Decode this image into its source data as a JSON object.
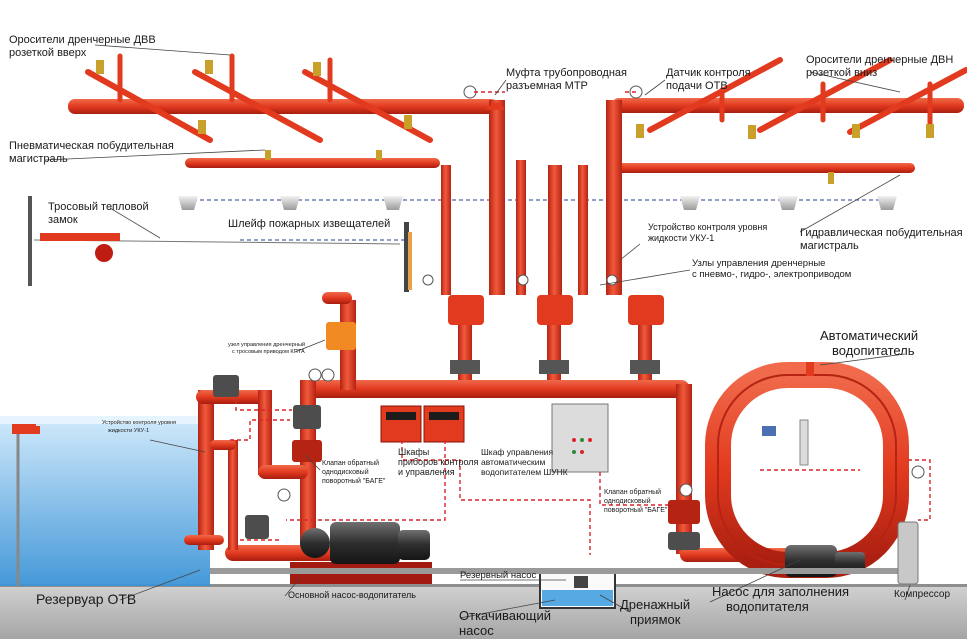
{
  "labels": {
    "dvv": [
      "Оросители дренчерные ДВВ",
      "розеткой вверх"
    ],
    "coupling": [
      "Муфта трубопроводная",
      "разъемная МТР"
    ],
    "flow_sensor": [
      "Датчик контроля",
      "подачи ОТВ"
    ],
    "dvn": [
      "Оросители дренчерные ДВН",
      "розеткой вниз"
    ],
    "pneumatic": [
      "Пневматическая побудительная",
      "магистраль"
    ],
    "cable_lock": [
      "Тросовый тепловой",
      "замок"
    ],
    "detector_loop": "Шлейф пожарных извещателей",
    "uku1": [
      "Устройство контроля уровня",
      "жидкости УКУ-1"
    ],
    "hydraulic": [
      "Гидравлическая побудительная",
      "магистраль"
    ],
    "drench_units": [
      "Узлы управления дренчерные",
      "с пневмо-, гидро-, электроприводом"
    ],
    "cable_drive_unit": [
      "узел управления дренчерный",
      "с тросовым приводом КПТА"
    ],
    "auto_tank": [
      "Автоматический",
      "водопитатель"
    ],
    "tank_level": [
      "Устройство контроля уровня",
      "жидкости УКУ-1"
    ],
    "check_valve_left": [
      "Клапан обратный",
      "однодисковый",
      "поворотный \"БАГЕ\""
    ],
    "cabinets": [
      "Шкафы",
      "приборов контроля",
      "и управления"
    ],
    "shunk": [
      "Шкаф управления",
      "автоматическим",
      "водопитателем ШУНК"
    ],
    "check_valve_right": [
      "Клапан обратный",
      "однодисковый",
      "поворотный \"БАГЕ\""
    ],
    "reserve_pump": "Резервный насос",
    "reservoir": "Резервуар ОТВ",
    "main_pump": "Основной насос-водопитатель",
    "drain_pump": [
      "Откачивающий",
      "насос"
    ],
    "pit": [
      "Дренажный",
      "приямок"
    ],
    "fill_pump": [
      "Насос для заполнения",
      "водопитателя"
    ],
    "compressor": "Компрессор"
  },
  "colors": {
    "pipe": "#e23a1f",
    "pipe_dark": "#b52313",
    "signal": "#d8262a",
    "water": "#4aa6e0",
    "floor": "#b3b3b3",
    "pump_body": "#3d3d3d"
  },
  "icons": [
    "sprinkler-icon",
    "smoke-detector-icon",
    "pressure-gauge-icon",
    "valve-icon",
    "pump-icon",
    "compressor-icon",
    "control-cabinet-icon"
  ]
}
